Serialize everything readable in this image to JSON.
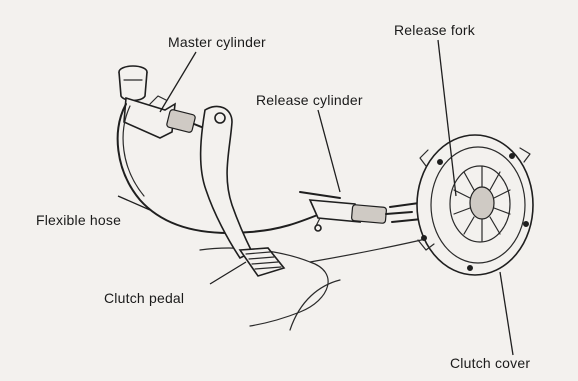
{
  "labels": {
    "master_cylinder": "Master cylinder",
    "release_fork": "Release fork",
    "release_cylinder": "Release cylinder",
    "flexible_hose": "Flexible hose",
    "clutch_pedal": "Clutch pedal",
    "clutch_cover": "Clutch cover"
  },
  "colors": {
    "paper": "#f3f1ee",
    "ink": "#1f1f1f"
  }
}
